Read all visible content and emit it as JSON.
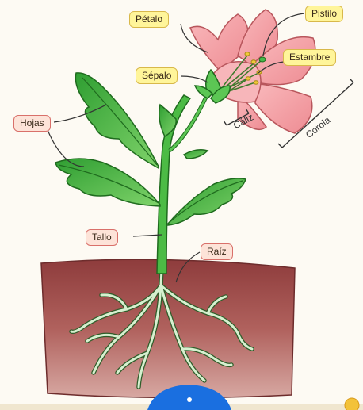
{
  "labels": {
    "petalo": "Pétalo",
    "pistilo": "Pistilo",
    "sepalo": "Sépalo",
    "estambre": "Estambre",
    "hojas": "Hojas",
    "caliz": "Cáliz",
    "corola": "Corola",
    "tallo": "Tallo",
    "raiz": "Raíz"
  },
  "colors": {
    "yellow_label": "#fff59a",
    "pink_label": "#fde3d8",
    "soil": "#a14f4f",
    "petal": "#f4a3a8",
    "leaf": "#3fb83c",
    "root": "#cdebc8",
    "accent_blue": "#1a6fe0"
  }
}
